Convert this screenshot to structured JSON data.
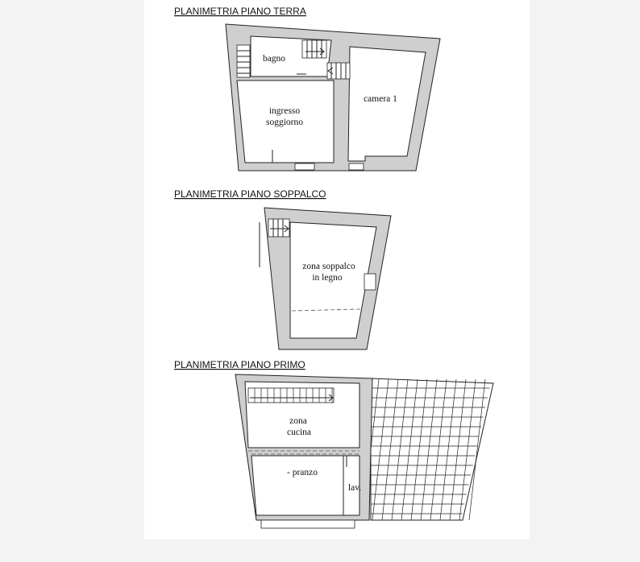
{
  "floors": [
    {
      "heading": "PLANIMETRIA PIANO TERRA",
      "rooms": [
        {
          "label_lines": [
            "bagno"
          ]
        },
        {
          "label_lines": [
            "ingresso",
            "soggiorno"
          ]
        },
        {
          "label_lines": [
            "camera 1"
          ]
        }
      ]
    },
    {
      "heading": "PLANIMETRIA PIANO SOPPALCO",
      "rooms": [
        {
          "label_lines": [
            "zona soppalco",
            "in legno"
          ]
        }
      ]
    },
    {
      "heading": "PLANIMETRIA PIANO PRIMO",
      "rooms": [
        {
          "label_lines": [
            "zona",
            "cucina"
          ]
        },
        {
          "label_lines": [
            "- pranzo"
          ]
        },
        {
          "label_lines": [
            "lav."
          ]
        }
      ]
    }
  ],
  "colors": {
    "wall_fill": "#cfcfcf",
    "line": "#222222",
    "background": "#f3f3f3",
    "sheet": "#ffffff"
  }
}
